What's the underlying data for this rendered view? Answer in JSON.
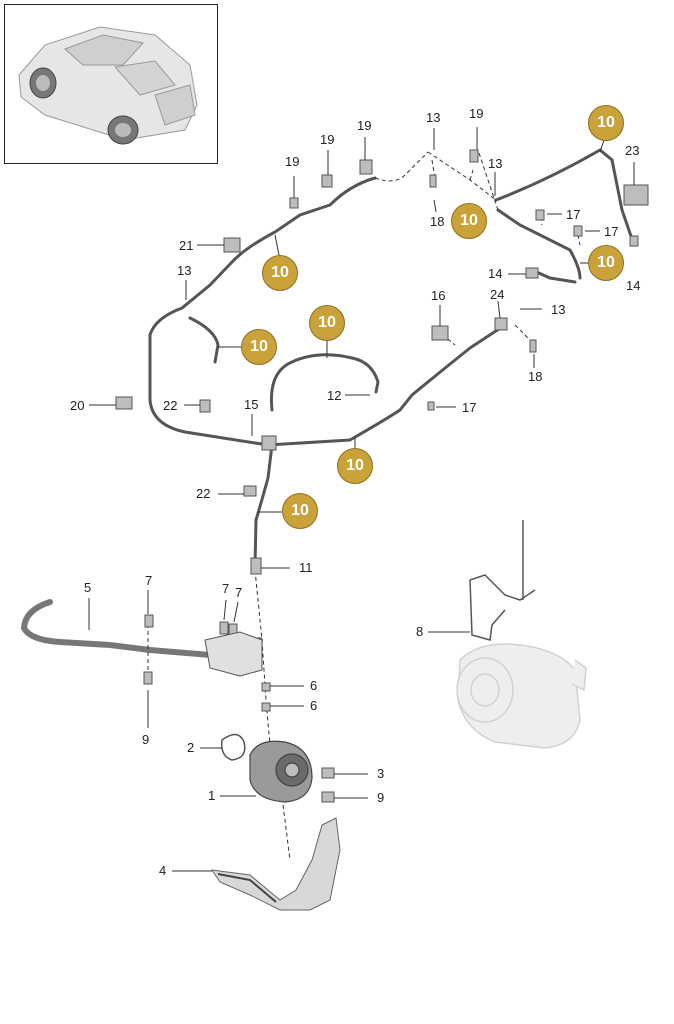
{
  "callout_number": "10",
  "part_numbers": {
    "p1": "1",
    "p2": "2",
    "p3": "3",
    "p4": "4",
    "p5": "5",
    "p6": "6",
    "p7": "7",
    "p8": "8",
    "p9": "9",
    "p11": "11",
    "p12": "12",
    "p13": "13",
    "p14": "14",
    "p15": "15",
    "p16": "16",
    "p17": "17",
    "p18": "18",
    "p19": "19",
    "p20": "20",
    "p21": "21",
    "p22": "22",
    "p23": "23",
    "p24": "24"
  },
  "colors": {
    "callout_fill": "#c9a23a",
    "callout_border": "#8e6f1e",
    "callout_text": "#ffffff",
    "line": "#333333",
    "ghost_part": "#d6d6d6"
  }
}
